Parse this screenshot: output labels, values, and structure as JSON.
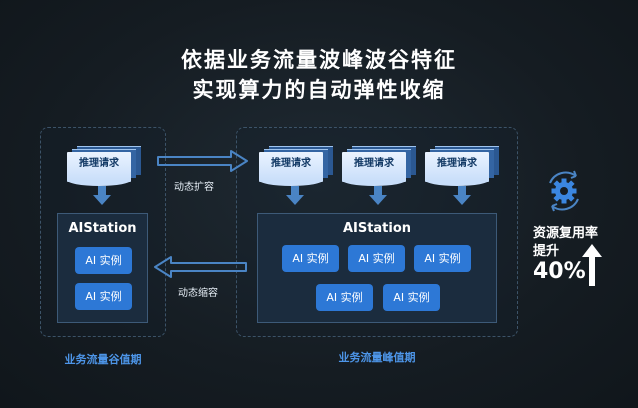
{
  "title": {
    "line1": "依据业务流量波峰波谷特征",
    "line2": "实现算力的自动弹性收缩"
  },
  "valley": {
    "request_label": "推理请求",
    "station_title": "AIStation",
    "instances": [
      "AI 实例",
      "AI 实例"
    ],
    "caption": "业务流量谷值期"
  },
  "peak": {
    "request_labels": [
      "推理请求",
      "推理请求",
      "推理请求"
    ],
    "station_title": "AIStation",
    "instances": [
      "AI 实例",
      "AI 实例",
      "AI 实例",
      "AI 实例",
      "AI 实例"
    ],
    "caption": "业务流量峰值期"
  },
  "arrows": {
    "expand_label": "动态扩容",
    "shrink_label": "动态缩容"
  },
  "result": {
    "line1": "资源复用率",
    "line2": "提升",
    "value": "40%",
    "icon": "gear-refresh-icon",
    "arrow_icon": "up-arrow-icon"
  },
  "colors": {
    "accent_blue": "#2d78d6",
    "caption_blue": "#4d95e8"
  }
}
